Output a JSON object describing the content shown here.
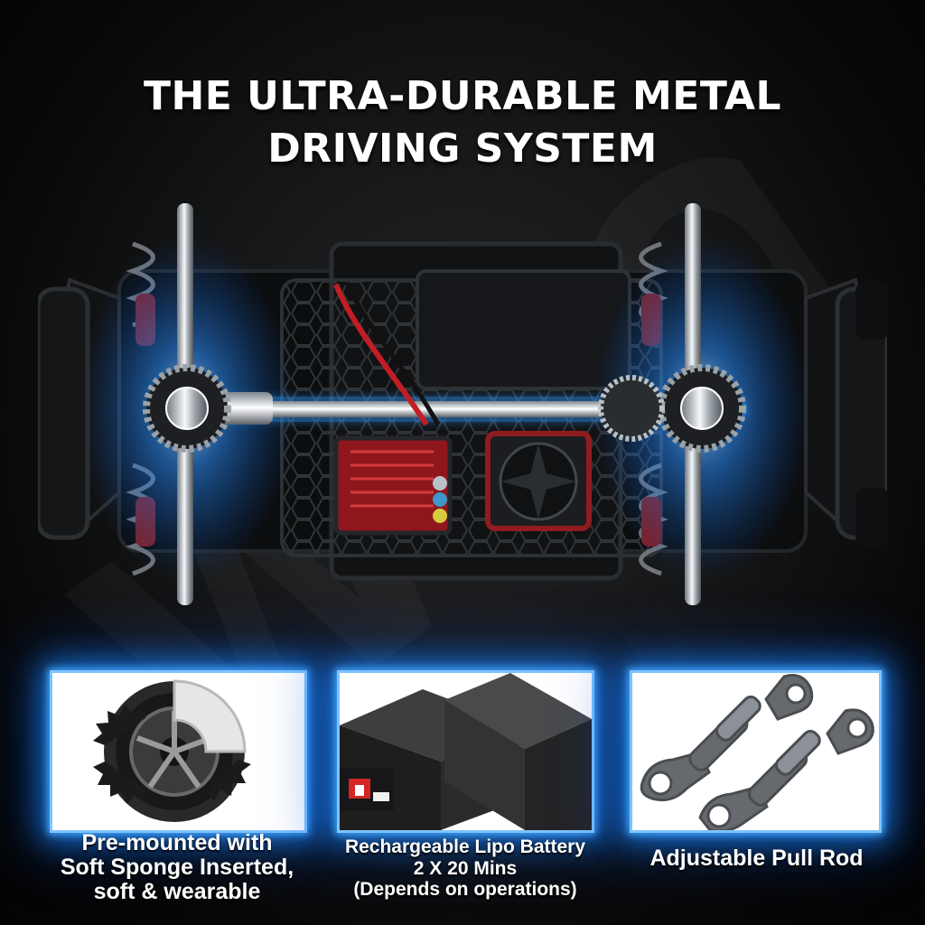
{
  "page": {
    "title_line_1": "THE ULTRA-DURABLE METAL",
    "title_line_2": "DRIVING SYSTEM",
    "watermark": "WPOWH"
  },
  "features": [
    {
      "image_icon": "tire-with-sponge-insert-icon",
      "lines": [
        "Pre-mounted with",
        "Soft Sponge Inserted,",
        "soft & wearable"
      ]
    },
    {
      "image_icon": "lipo-battery-pack-icon",
      "lines": [
        "Rechargeable Lipo Battery",
        "2 X 20 Mins",
        "(Depends on operations)"
      ]
    },
    {
      "image_icon": "adjustable-pull-rod-icon",
      "lines": [
        "Adjustable Pull Rod"
      ]
    }
  ],
  "colors": {
    "background": "#050505",
    "chassis_dark": "#17191b",
    "metal": "#d7dde2",
    "accent_glow": "#2f9cff",
    "motor_red": "#b71f24",
    "text": "#ffffff"
  }
}
